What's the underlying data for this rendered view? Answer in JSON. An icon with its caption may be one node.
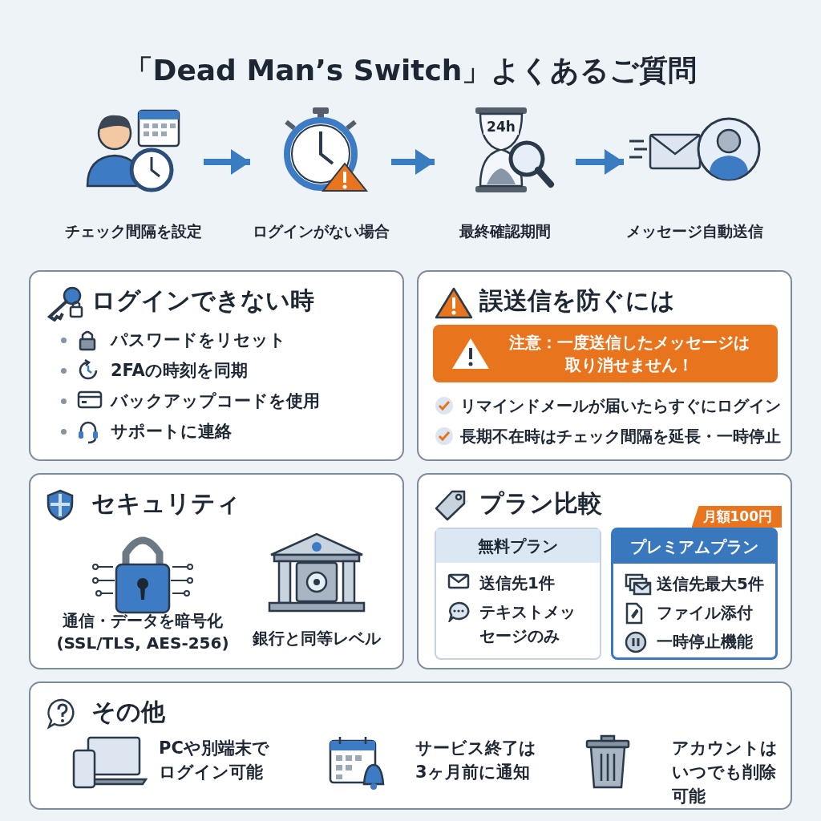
{
  "diagram": {
    "title": "「Dead Man’s Switch」よくあるご質問",
    "nodes": [
      {
        "text": [
          "チェック間隔を設定"
        ]
      },
      {
        "text": [
          "ログインがない場合"
        ]
      },
      {
        "text": [
          "24h",
          "最終確認期間"
        ]
      },
      {
        "text": [
          "メッセージ自動送信"
        ]
      },
      {
        "text": [
          "ログインできない時",
          "パスワードをリセット",
          "2FAの時刻を同期",
          "バックアップコードを使用",
          "サポートに連絡"
        ]
      },
      {
        "text": [
          "誤送信を防ぐには",
          "リマインドメールが届いたらすぐにログイン",
          "長期不在時はチェック間隔を延長・一時停止"
        ]
      },
      {
        "text": [
          "注意：一度送信したメッセージは取り消せません！"
        ],
        "in": 5
      },
      {
        "text": [
          "セキュリティ",
          "通信・データを暗号化(SSL/TLS, AES-256)",
          "銀行と同等レベル"
        ]
      },
      {
        "text": [
          "プラン比較"
        ]
      },
      {
        "text": [
          "無料プラン",
          "送信先1件",
          "テキストメッセージのみ"
        ],
        "in": 8
      },
      {
        "text": [
          "プレミアムプラン",
          "送信先最大5件",
          "ファイル添付",
          "一時停止機能"
        ],
        "in": 8,
        "beside": [
          "月額100円"
        ]
      },
      {
        "text": [
          "その他",
          "PCや別端末でログイン可能",
          "サービス終了は3ヶ月前に通知",
          "アカウントはいつでも削除可能"
        ]
      }
    ],
    "edges": [
      {
        "from": 0,
        "to": 1,
        "arrow": "to"
      },
      {
        "from": 1,
        "to": 2,
        "arrow": "to"
      },
      {
        "from": 2,
        "to": 3,
        "arrow": "to"
      }
    ]
  }
}
